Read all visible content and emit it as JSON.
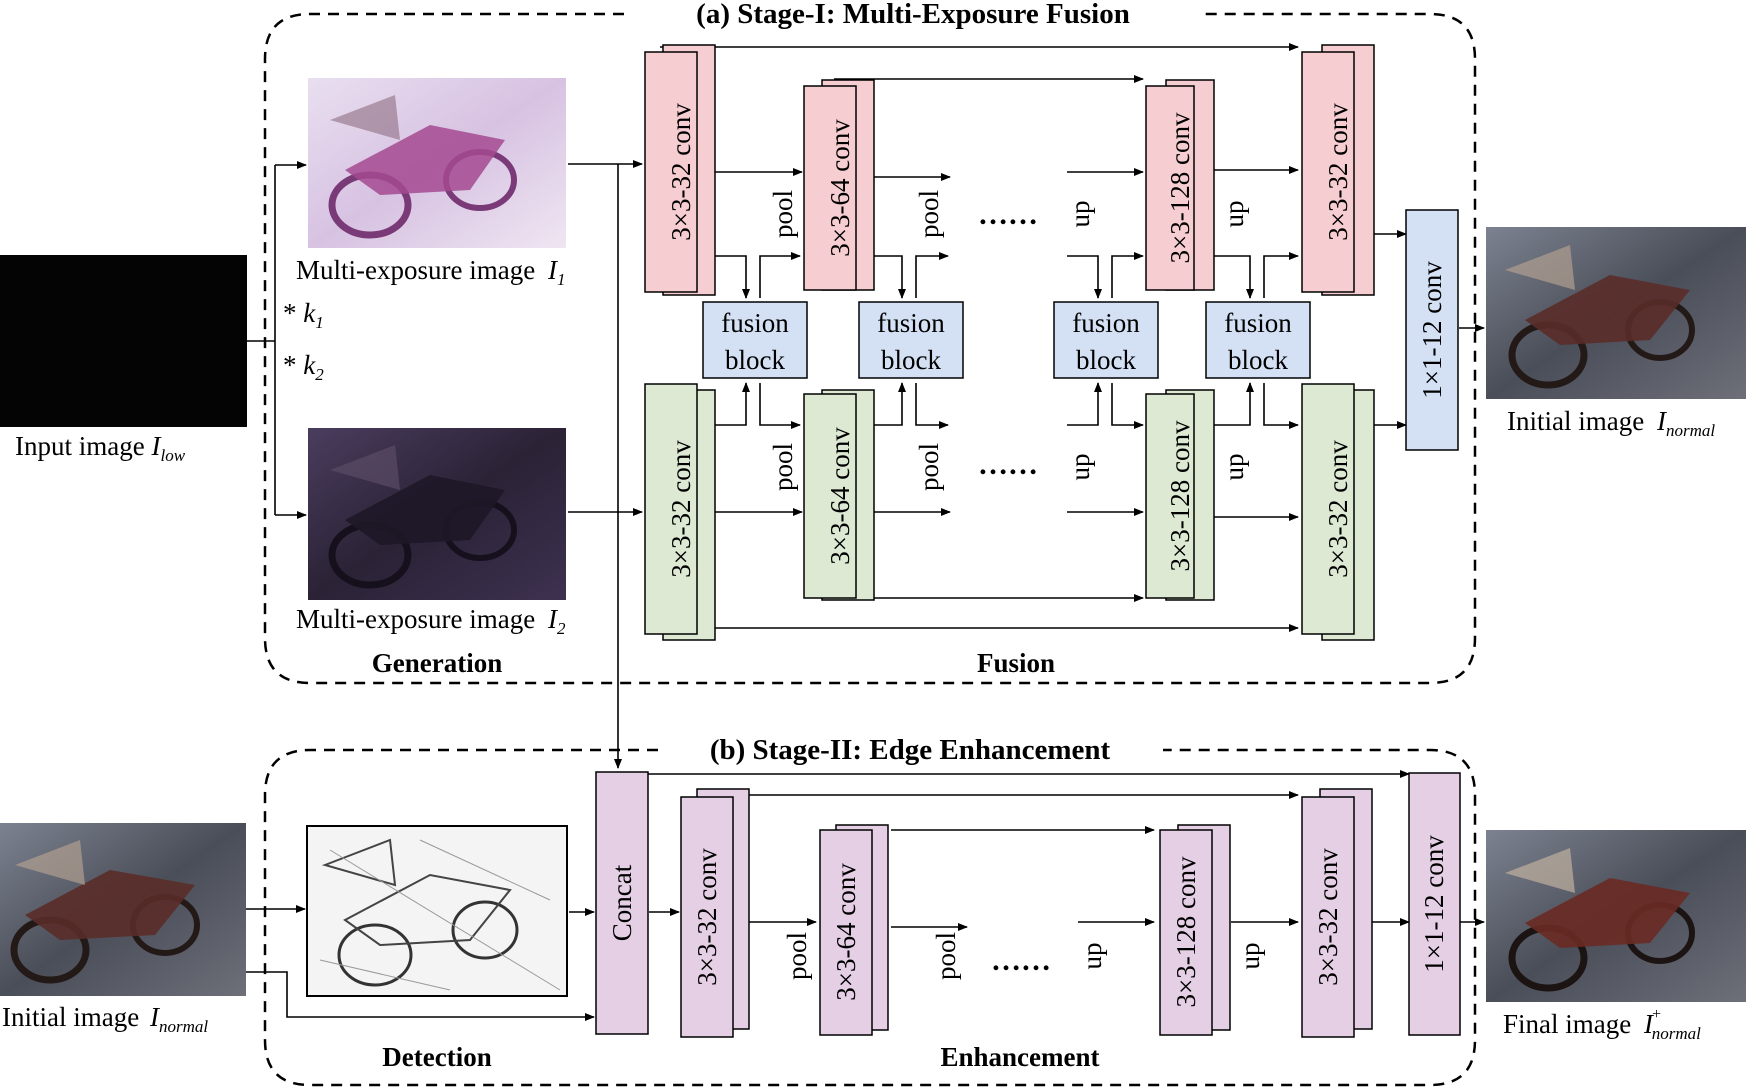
{
  "stage1": {
    "title": "(a) Stage-I: Multi-Exposure Fusion",
    "generation_label": "Generation",
    "fusion_label": "Fusion"
  },
  "stage2": {
    "title": "(b) Stage-II: Edge Enhancement",
    "detection_label": "Detection",
    "enhancement_label": "Enhancement"
  },
  "input": {
    "label": "Input image ",
    "symbol": "I",
    "subscript": "low"
  },
  "multi_exposure_1": {
    "label": "Multi-exposure image ",
    "symbol": "I",
    "subscript": "1"
  },
  "multi_exposure_2": {
    "label": "Multi-exposure image ",
    "symbol": "I",
    "subscript": "2"
  },
  "kernel_1": {
    "star": "* ",
    "symbol": "k",
    "subscript": "1"
  },
  "kernel_2": {
    "star": "* ",
    "symbol": "k",
    "subscript": "2"
  },
  "initial_output": {
    "label": "Initial image ",
    "symbol": "I",
    "subscript": "normal"
  },
  "initial_input_2": {
    "label": "Initial image ",
    "symbol": "I",
    "subscript": "normal"
  },
  "final_output": {
    "label": "Final image ",
    "symbol": "I",
    "subscript": "normal",
    "superscript": "+"
  },
  "stage1_blocks": {
    "top": [
      "3×3-32 conv",
      "3×3-64 conv",
      "3×3-128 conv",
      "3×3-32 conv"
    ],
    "bottom": [
      "3×3-32 conv",
      "3×3-64 conv",
      "3×3-128 conv",
      "3×3-32 conv"
    ],
    "output_conv": "1×1-12 conv",
    "fusion_line1": "fusion",
    "fusion_line2": "block"
  },
  "stage2_blocks": {
    "concat": "Concat",
    "convs": [
      "3×3-32 conv",
      "3×3-64 conv",
      "3×3-128 conv",
      "3×3-32 conv"
    ],
    "output_conv": "1×1-12 conv"
  },
  "ops": {
    "pool": "pool",
    "up": "up",
    "dots": "……"
  },
  "colors": {
    "red_fill": "#f6cdd1",
    "green_fill": "#dde9d3",
    "blue_fill": "#d4e0f4",
    "purple_fill": "#e4cfe4",
    "stroke": "#000000"
  }
}
